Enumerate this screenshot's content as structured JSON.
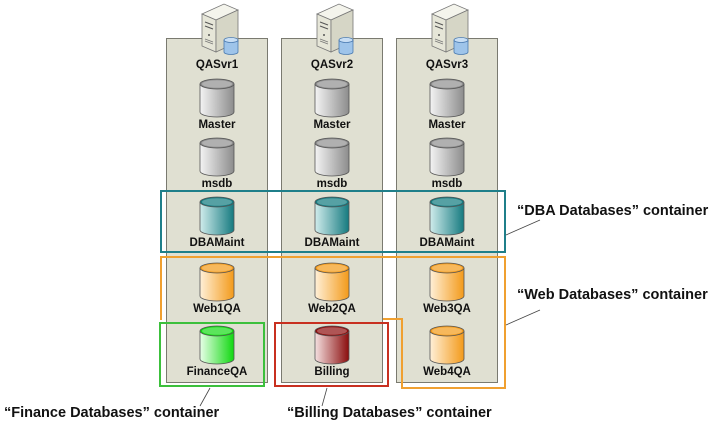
{
  "servers": [
    {
      "name": "QASvr1",
      "databases": [
        "Master",
        "msdb",
        "DBAMaint",
        "Web1QA",
        "FinanceQA"
      ]
    },
    {
      "name": "QASvr2",
      "databases": [
        "Master",
        "msdb",
        "DBAMaint",
        "Web2QA",
        "Billing"
      ]
    },
    {
      "name": "QASvr3",
      "databases": [
        "Master",
        "msdb",
        "DBAMaint",
        "Web3QA",
        "Web4QA"
      ]
    }
  ],
  "containers": {
    "dba": {
      "label": "“DBA Databases” container",
      "color": "#1f7f8a"
    },
    "web": {
      "label": "“Web Databases” container",
      "color": "#f0a030"
    },
    "finance": {
      "label": "“Finance Databases” container",
      "color": "#3cc03c"
    },
    "billing": {
      "label": "“Billing Databases” container",
      "color": "#c83020"
    }
  },
  "db_colors": {
    "system": {
      "light": "#f4f4f4",
      "dark": "#8c8c8c"
    },
    "dba": {
      "light": "#d0ecec",
      "dark": "#157a7f"
    },
    "web": {
      "light": "#fff0d8",
      "dark": "#f39a1a"
    },
    "finance": {
      "light": "#e8ffe8",
      "dark": "#10d810"
    },
    "billing": {
      "light": "#f4e0e0",
      "dark": "#8a0c0c"
    }
  }
}
